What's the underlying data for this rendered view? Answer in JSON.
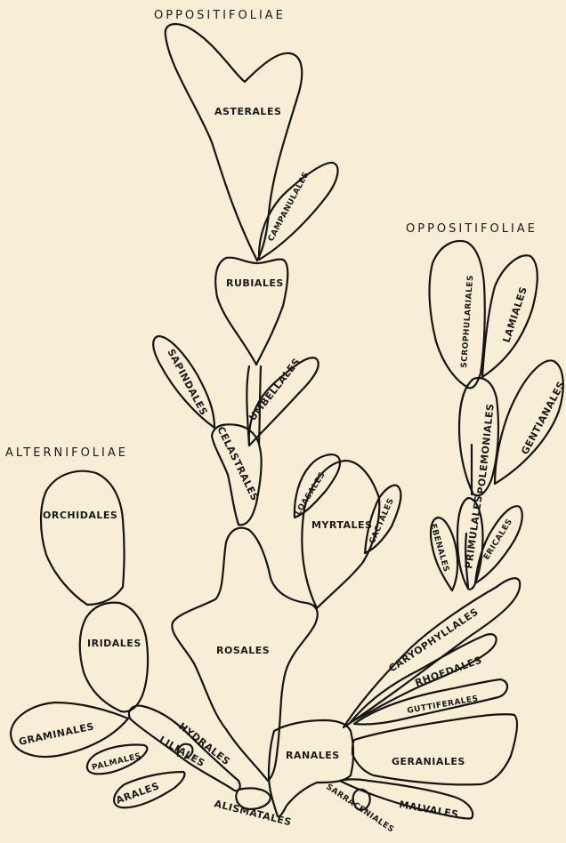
{
  "headers": {
    "top": "OPPOSITIFOLIAE",
    "right": "OPPOSITIFOLIAE",
    "left": "ALTERNIFOLIAE"
  },
  "orders": {
    "asterales": "ASTERALES",
    "campanulales": "CAMPANULALES",
    "rubiales": "RUBIALES",
    "umbellales": "UMBELLALES",
    "sapindales": "SAPINDALES",
    "celastrales": "CELASTRALES",
    "rosales": "ROSALES",
    "loasales": "LOASALES",
    "myrtales": "MYRTALES",
    "cactales": "CACTALES",
    "orchidales": "ORCHIDALES",
    "iridales": "IRIDALES",
    "graminales": "GRAMINALES",
    "palmales": "PALMALES",
    "arales": "ARALES",
    "liliales": "LILIALES",
    "hydrales": "HYDRALES",
    "alismatales": "ALISMATALES",
    "ranales": "RANALES",
    "scrophulariales": "SCROPHULARIALES",
    "lamiales": "LAMIALES",
    "polemoniales": "POLEMONIALES",
    "gentianales": "GENTIANALES",
    "ebenales": "EBENALES",
    "primulales": "PRIMULALES",
    "ericales": "ERICALES",
    "caryophyllales": "CARYOPHYLLALES",
    "rhoedales": "RHOEDALES",
    "guttiferales": "GUTTIFERALES",
    "geraniales": "GERANIALES",
    "sarraceniales": "SARRACENIALES",
    "malvales": "MALVALES"
  },
  "colors": {
    "paper": "#f8eed6",
    "ink": "#151515"
  }
}
